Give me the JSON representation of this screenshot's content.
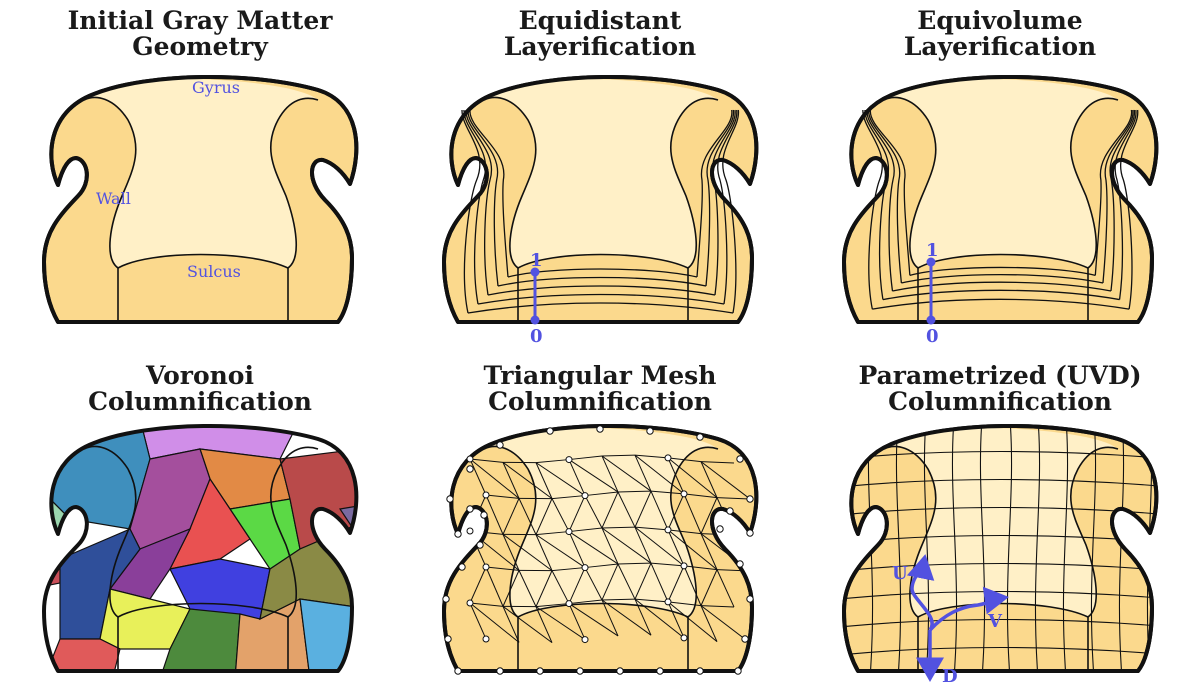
{
  "panels": [
    {
      "title_line1": "Initial Gray Matter",
      "title_line2": "Geometry",
      "labels": {
        "gyrus": "Gyrus",
        "wall": "Wall",
        "sulcus": "Sulcus"
      }
    },
    {
      "title_line1": "Equidistant",
      "title_line2": "Layerification",
      "axis": {
        "top": "1",
        "bottom": "0"
      }
    },
    {
      "title_line1": "Equivolume",
      "title_line2": "Layerification",
      "axis": {
        "top": "1",
        "bottom": "0"
      }
    },
    {
      "title_line1": "Voronoi",
      "title_line2": "Columnification"
    },
    {
      "title_line1": "Triangular Mesh",
      "title_line2": "Columnification"
    },
    {
      "title_line1": "Parametrized (UVD)",
      "title_line2": "Columnification",
      "axes": {
        "u": "U",
        "v": "V",
        "d": "D"
      }
    }
  ],
  "colors": {
    "gray_matter": "#fbd98d",
    "interior": "#fff0c7",
    "outline": "#111111",
    "annotation": "#5252e0",
    "voronoi": [
      "#d08ee8",
      "#3f8fbd",
      "#9bd6ae",
      "#c94f59",
      "#e28a45",
      "#a44f9d",
      "#5bd945",
      "#e95151",
      "#4040e0",
      "#8a3f9a",
      "#b94a4a",
      "#2f4f9a",
      "#e8f05a",
      "#4d8a3d",
      "#e3a26a",
      "#8a8a45",
      "#5ab0e0",
      "#e05a5a",
      "#7a6aa0"
    ]
  }
}
